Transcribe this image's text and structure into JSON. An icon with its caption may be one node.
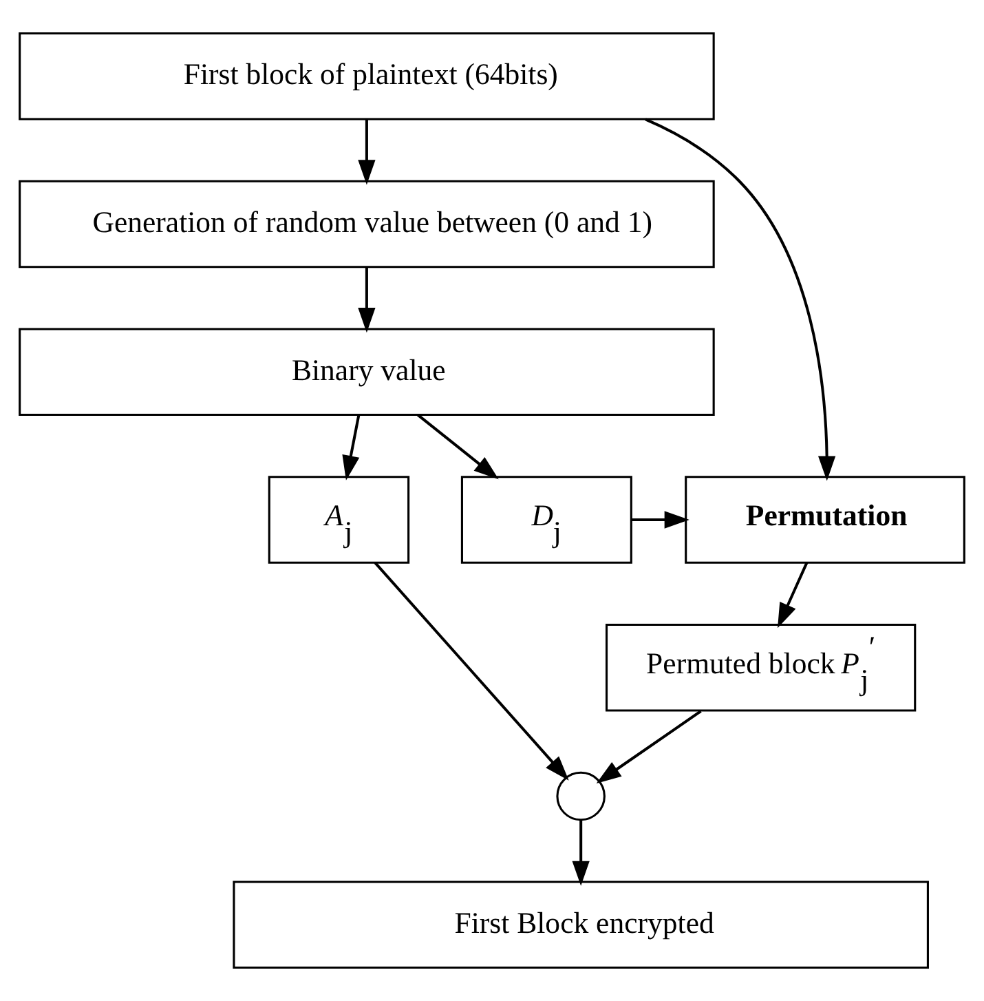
{
  "diagram": {
    "nodes": [
      {
        "text": [
          "First block of plaintext (64bits)"
        ]
      },
      {
        "text": [
          "Generation of random value between (0 and 1)"
        ]
      },
      {
        "text": [
          "Binary value"
        ]
      },
      {
        "text": [
          "*A*$_{j}$"
        ]
      },
      {
        "text": [
          "*D*$_{j}$"
        ]
      },
      {
        "text": [
          "Permutation"
        ]
      },
      {
        "text": [
          "Permuted block *P*$_{j}$$^{′}$"
        ]
      },
      {
        "text": [],
        "shape": "circle"
      },
      {
        "text": [
          "First Block encrypted"
        ]
      }
    ],
    "edges": [
      {
        "from": 0,
        "to": 1,
        "arrow": "to"
      },
      {
        "from": 1,
        "to": 2,
        "arrow": "to"
      },
      {
        "from": 2,
        "to": 3,
        "arrow": "to"
      },
      {
        "from": 2,
        "to": 4,
        "arrow": "to"
      },
      {
        "from": 4,
        "to": 5,
        "arrow": "to"
      },
      {
        "from": 0,
        "to": 5,
        "arrow": "to"
      },
      {
        "from": 5,
        "to": 6,
        "arrow": "to"
      },
      {
        "from": 3,
        "to": 7,
        "arrow": "to"
      },
      {
        "from": 6,
        "to": 7,
        "arrow": "to"
      },
      {
        "from": 7,
        "to": 8,
        "arrow": "to"
      }
    ]
  }
}
